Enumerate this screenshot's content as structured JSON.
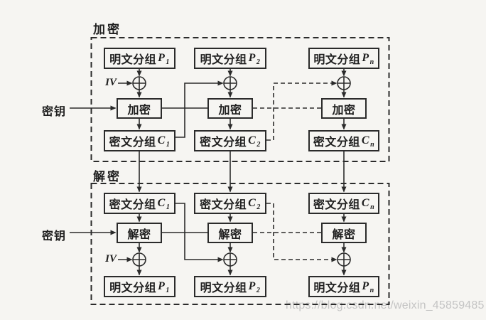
{
  "colors": {
    "ink": "#2b2b2b",
    "background": "#f6f5f2",
    "watermark": "#c4c4c4"
  },
  "watermark_text": "https://blog.csdn.net/weixin_45859485",
  "icons": {
    "xor": "circle-plus ⊕",
    "arrow": "filled-triangle"
  },
  "encryption": {
    "section_label": "加密",
    "key_label": "密钥",
    "iv_label": "IV",
    "op_label": "加密",
    "blocks": {
      "p1": {
        "prefix": "明文分组",
        "sym": "P",
        "sub": "1"
      },
      "p2": {
        "prefix": "明文分组",
        "sym": "P",
        "sub": "2"
      },
      "pn": {
        "prefix": "明文分组",
        "sym": "P",
        "sub": "n"
      },
      "c1": {
        "prefix": "密文分组",
        "sym": "C",
        "sub": "1"
      },
      "c2": {
        "prefix": "密文分组",
        "sym": "C",
        "sub": "2"
      },
      "cn": {
        "prefix": "密文分组",
        "sym": "C",
        "sub": "n"
      }
    }
  },
  "decryption": {
    "section_label": "解密",
    "key_label": "密钥",
    "iv_label": "IV",
    "op_label": "解密",
    "blocks": {
      "c1": {
        "prefix": "密文分组",
        "sym": "C",
        "sub": "1"
      },
      "c2": {
        "prefix": "密文分组",
        "sym": "C",
        "sub": "2"
      },
      "cn": {
        "prefix": "密文分组",
        "sym": "C",
        "sub": "n"
      },
      "p1": {
        "prefix": "明文分组",
        "sym": "P",
        "sub": "1"
      },
      "p2": {
        "prefix": "明文分组",
        "sym": "P",
        "sub": "2"
      },
      "pn": {
        "prefix": "明文分组",
        "sym": "P",
        "sub": "n"
      }
    }
  }
}
